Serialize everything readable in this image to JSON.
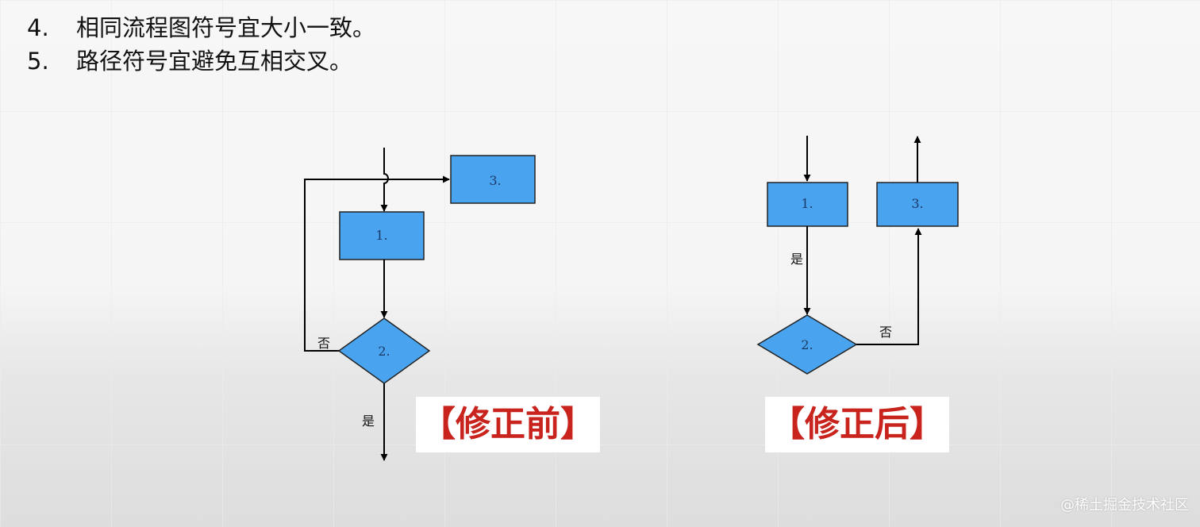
{
  "bullets": [
    {
      "num": "4.",
      "text": "相同流程图符号宜大小一致。"
    },
    {
      "num": "5.",
      "text": "路径符号宜避免互相交叉。"
    }
  ],
  "before": {
    "caption": "【修正前】",
    "node1": "1.",
    "node2": "2.",
    "node3": "3.",
    "no_label": "否",
    "yes_label": "是"
  },
  "after": {
    "caption": "【修正后】",
    "node1": "1.",
    "node2": "2.",
    "node3": "3.",
    "no_label": "否",
    "yes_label": "是"
  },
  "colors": {
    "node_fill": "#4aa3ee",
    "stroke": "#000000",
    "caption": "#c8231d"
  },
  "watermark": "@稀土掘金技术社区"
}
